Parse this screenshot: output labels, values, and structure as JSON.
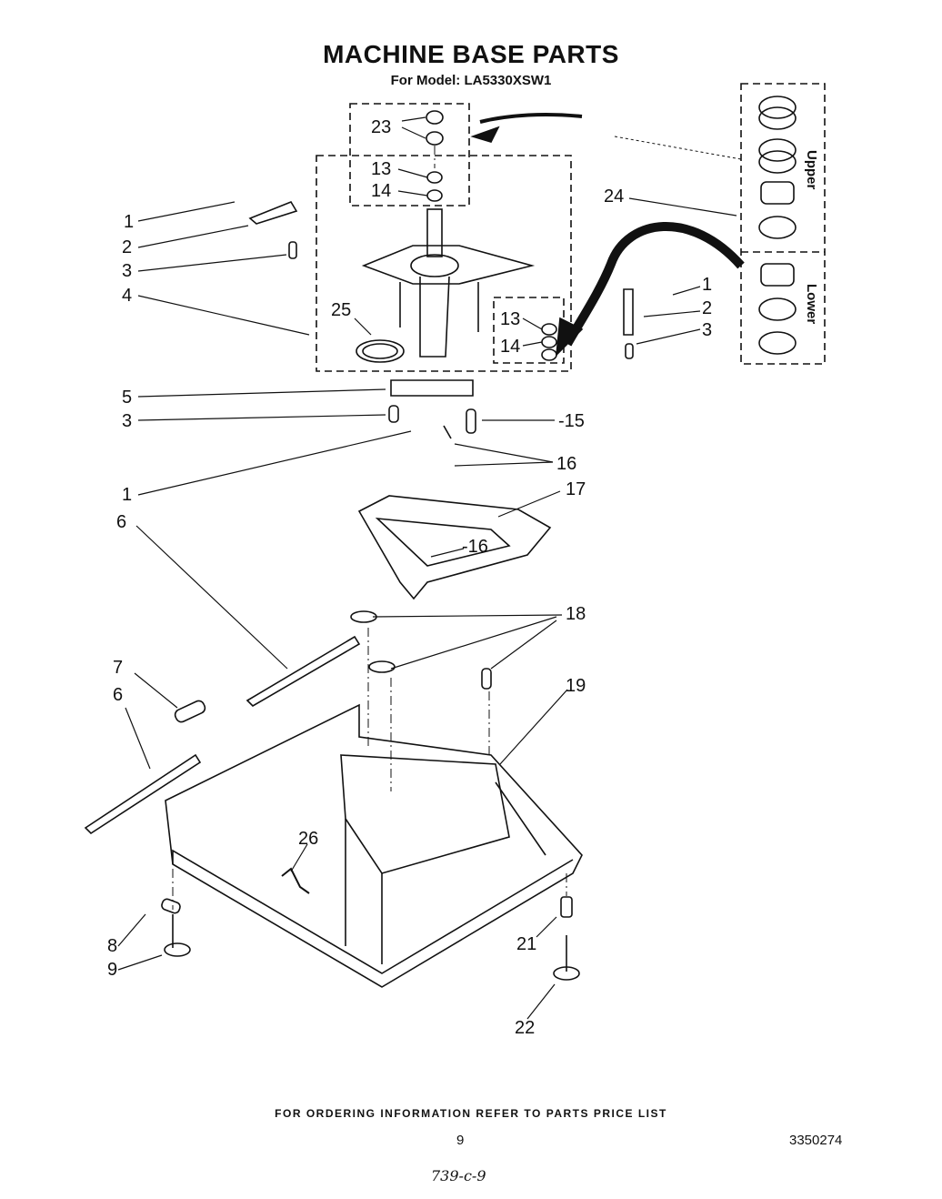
{
  "header": {
    "title": "MACHINE BASE PARTS",
    "subtitle": "For Model: LA5330XSW1"
  },
  "footer": {
    "ordering_note": "FOR ORDERING INFORMATION REFER TO PARTS PRICE LIST",
    "page_number": "9",
    "document_number": "3350274",
    "handwritten_note": "739-c-9"
  },
  "inset": {
    "upper_label": "Upper",
    "lower_label": "Lower"
  },
  "labels": {
    "l23": "23",
    "l13a": "13",
    "l14a": "14",
    "l1a": "1",
    "l2a": "2",
    "l3a": "3",
    "l4": "4",
    "l25": "25",
    "l24": "24",
    "l1b": "1",
    "l2b": "2",
    "l3b": "3",
    "l13b": "13",
    "l14b": "14",
    "l5": "5",
    "l3c": "3",
    "l15": "-15",
    "l1c": "1",
    "l16a": "16",
    "l6a": "6",
    "l17": "17",
    "l16b": "-16",
    "l18": "18",
    "l7": "7",
    "l6b": "6",
    "l19": "19",
    "l26": "26",
    "l8": "8",
    "l9": "9",
    "l21": "21",
    "l22": "22"
  }
}
